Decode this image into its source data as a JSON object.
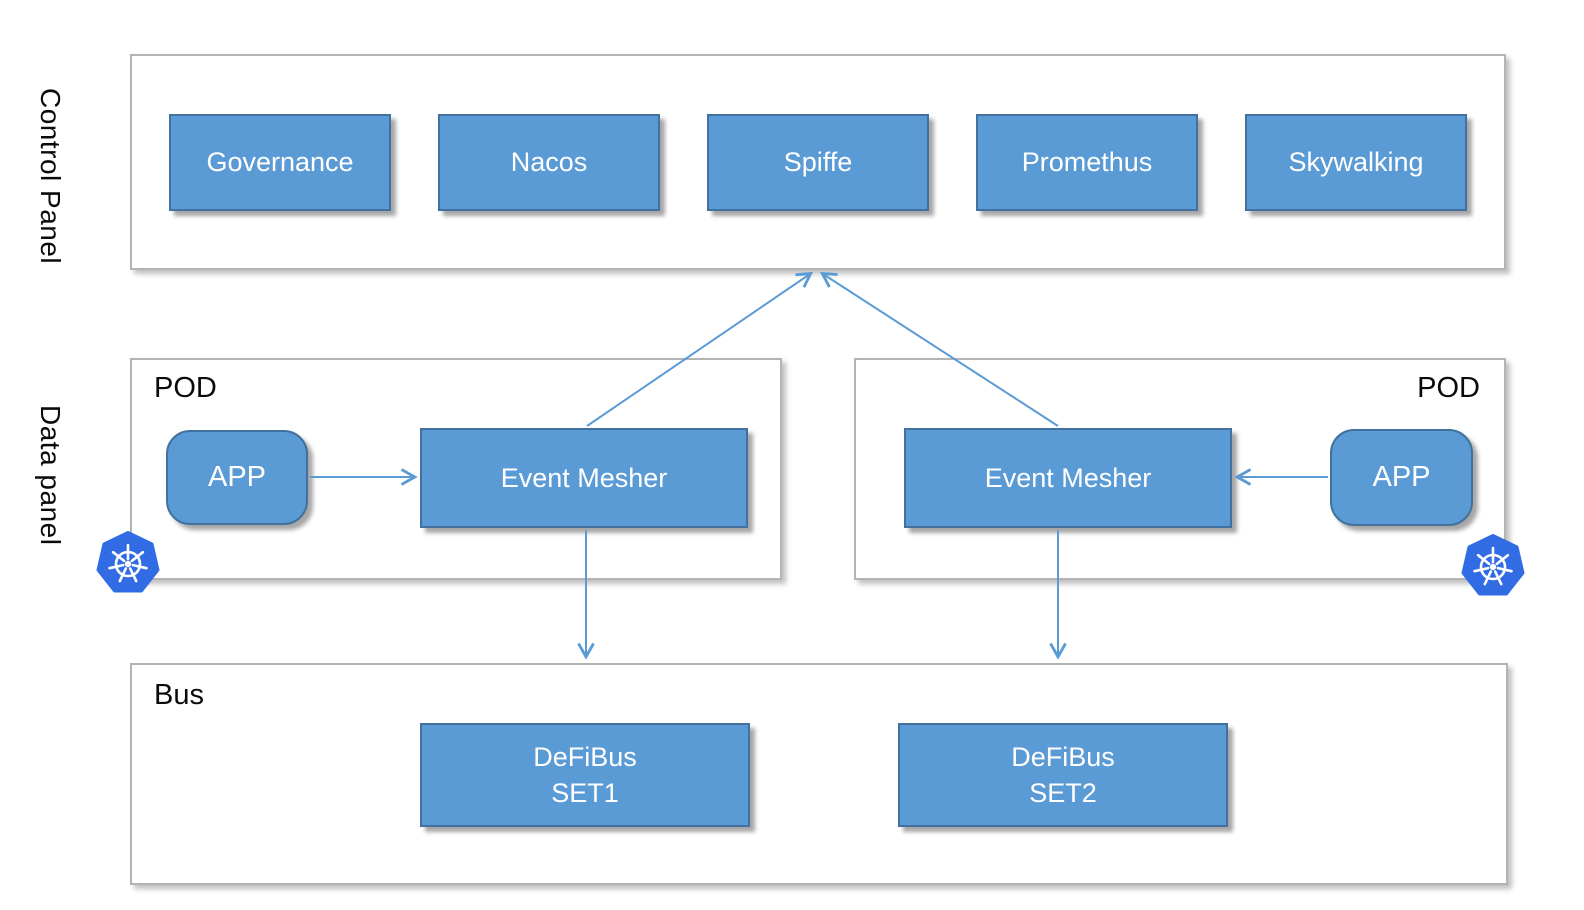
{
  "colors": {
    "box-blue": "#5B9BD5",
    "box-blue-border": "#41719C",
    "arrow-blue": "#5B9BD5",
    "k8s-blue": "#326CE5",
    "container-border": "#B3B3B3",
    "text-dark": "#0a0a0a"
  },
  "control_panel": {
    "label": "Control Panel",
    "items": [
      {
        "label": "Governance"
      },
      {
        "label": "Nacos"
      },
      {
        "label": "Spiffe"
      },
      {
        "label": "Promethus"
      },
      {
        "label": "Skywalking"
      }
    ]
  },
  "data_panel": {
    "label": "Data panel",
    "pod_left": {
      "label": "POD",
      "app": "APP",
      "mesher": "Event Mesher"
    },
    "pod_right": {
      "label": "POD",
      "app": "APP",
      "mesher": "Event Mesher"
    }
  },
  "bus": {
    "label": "Bus",
    "sets": [
      {
        "line1": "DeFiBus",
        "line2": "SET1"
      },
      {
        "line1": "DeFiBus",
        "line2": "SET2"
      }
    ]
  },
  "icons": {
    "pod_left_badge": "kubernetes-icon",
    "pod_right_badge": "kubernetes-icon"
  }
}
